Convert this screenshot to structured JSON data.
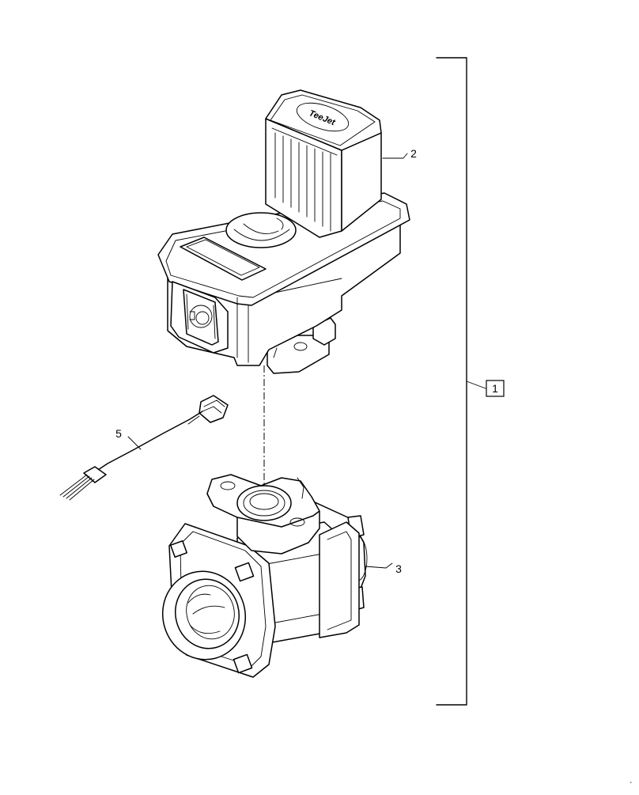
{
  "callouts": {
    "assembly": "1",
    "actuator": "2",
    "valve_body": "3",
    "harness": "5"
  },
  "logo_text": "TeeJet",
  "corner_mark": "`"
}
